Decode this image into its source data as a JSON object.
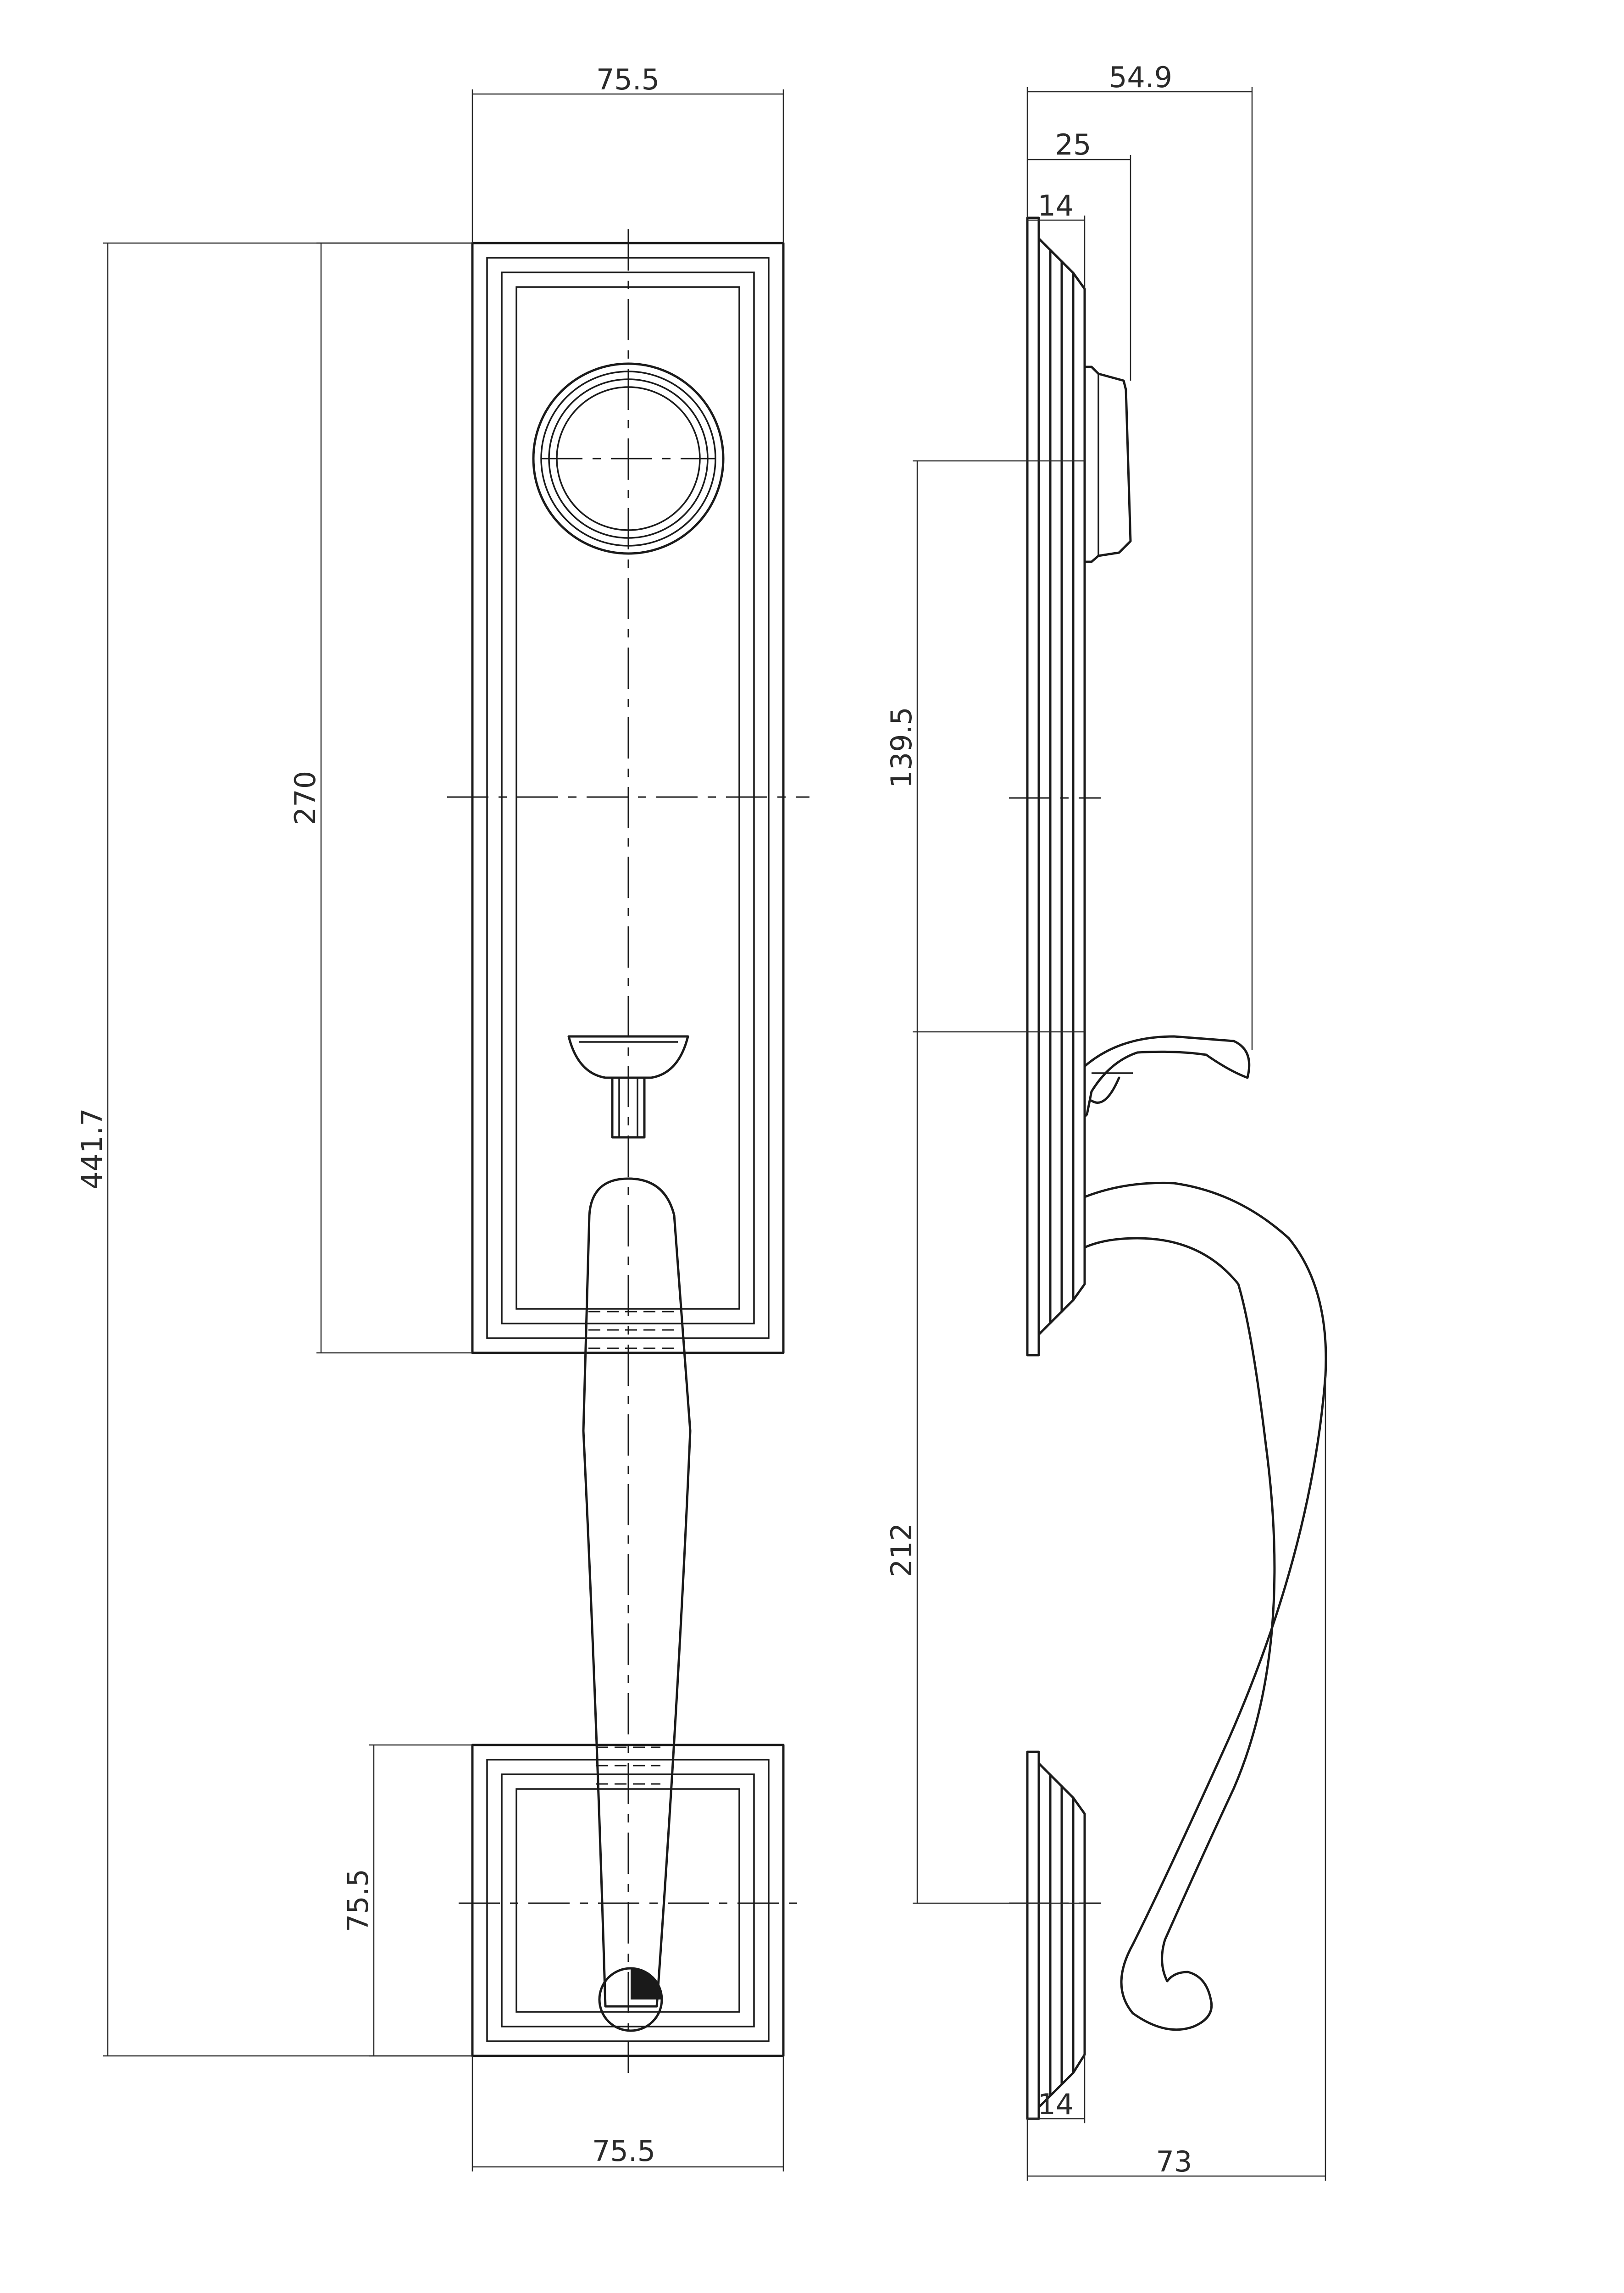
{
  "dimensions": {
    "front_top_width": "75.5",
    "front_total_height": "441.7",
    "front_plate_height": "270",
    "front_bottom_plate_height": "75.5",
    "front_bottom_width": "75.5",
    "side_top_depth": "54.9",
    "side_depth_25": "25",
    "side_depth_14_top": "14",
    "side_spacing_139_5": "139.5",
    "side_spacing_212": "212",
    "side_depth_14_bottom": "14",
    "side_bottom_depth": "73"
  },
  "colors": {
    "line": "#1a1a1a",
    "background": "#ffffff"
  }
}
